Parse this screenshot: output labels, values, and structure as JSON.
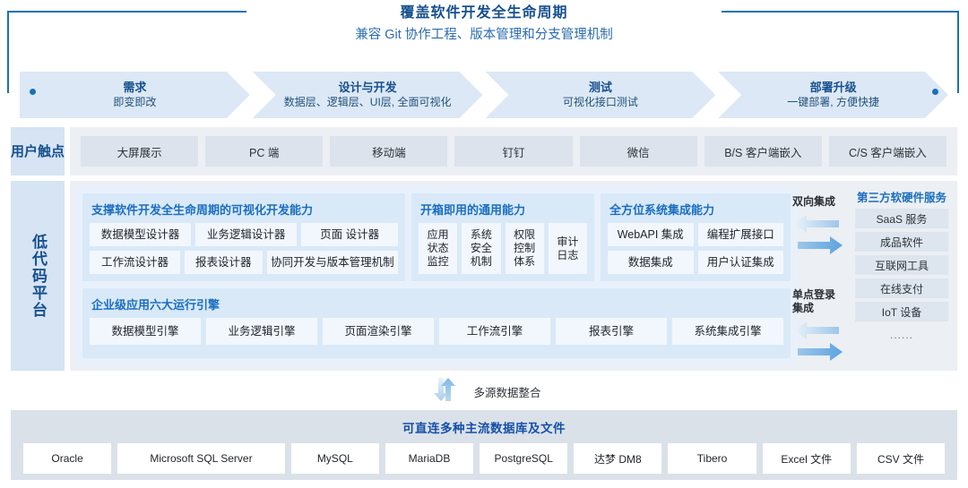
{
  "header": {
    "title": "覆盖软件开发全生命周期",
    "subtitle": "兼容 Git 协作工程、版本管理和分支管理机制",
    "stages": [
      {
        "title": "需求",
        "sub": "即变即改"
      },
      {
        "title": "设计与开发",
        "sub": "数据层、逻辑层、UI层, 全面可视化"
      },
      {
        "title": "测试",
        "sub": "可视化接口测试"
      },
      {
        "title": "部署升级",
        "sub": "一键部署, 方便快捷"
      }
    ]
  },
  "axis": {
    "touchpoints_label": "用户触点",
    "lowcode_label": "低代码平台"
  },
  "touchpoints": {
    "items": [
      "大屏展示",
      "PC 端",
      "移动端",
      "钉钉",
      "微信",
      "B/S 客户端嵌入",
      "C/S 客户端嵌入"
    ]
  },
  "platform": {
    "visual_dev": {
      "title": "支撑软件开发全生命周期的可视化开发能力",
      "row1": [
        "数据模型设计器",
        "业务逻辑设计器",
        "页面 设计器"
      ],
      "row2": [
        "工作流设计器",
        "报表设计器",
        "协同开发与版本管理机制"
      ]
    },
    "general": {
      "title": "开箱即用的通用能力",
      "items": [
        "应用\n状态\n监控",
        "系统\n安全\n机制",
        "权限\n控制\n体系",
        "审计\n日志"
      ]
    },
    "integration": {
      "title": "全方位系统集成能力",
      "row1": [
        "WebAPI 集成",
        "编程扩展接口"
      ],
      "row2": [
        "数据集成",
        "用户认证集成"
      ]
    },
    "engines": {
      "title": "企业级应用六大运行引擎",
      "items": [
        "数据模型引擎",
        "业务逻辑引擎",
        "页面渲染引擎",
        "工作流引擎",
        "报表引擎",
        "系统集成引擎"
      ]
    }
  },
  "integration_arrows": [
    {
      "label": "双向集成"
    },
    {
      "label": "单点登录集成"
    }
  ],
  "third_party": {
    "title": "第三方软硬件服务",
    "items": [
      "SaaS 服务",
      "成品软件",
      "互联网工具",
      "在线支付",
      "IoT 设备",
      "......"
    ]
  },
  "multi_source": {
    "label": "多源数据整合"
  },
  "database": {
    "title": "可直连多种主流数据库及文件",
    "items": [
      "Oracle",
      "Microsoft SQL Server",
      "MySQL",
      "MariaDB",
      "PostgreSQL",
      "达梦 DM8",
      "Tibero",
      "Excel 文件",
      "CSV 文件"
    ]
  },
  "colors": {
    "brand_blue": "#1a6ec0",
    "deep_blue": "#17508f",
    "chevron_fill": "#dce8f5",
    "panel_fill": "#d9e9f8",
    "chip_fill": "#f2f7fd",
    "band_gray": "#dbe1e9"
  }
}
